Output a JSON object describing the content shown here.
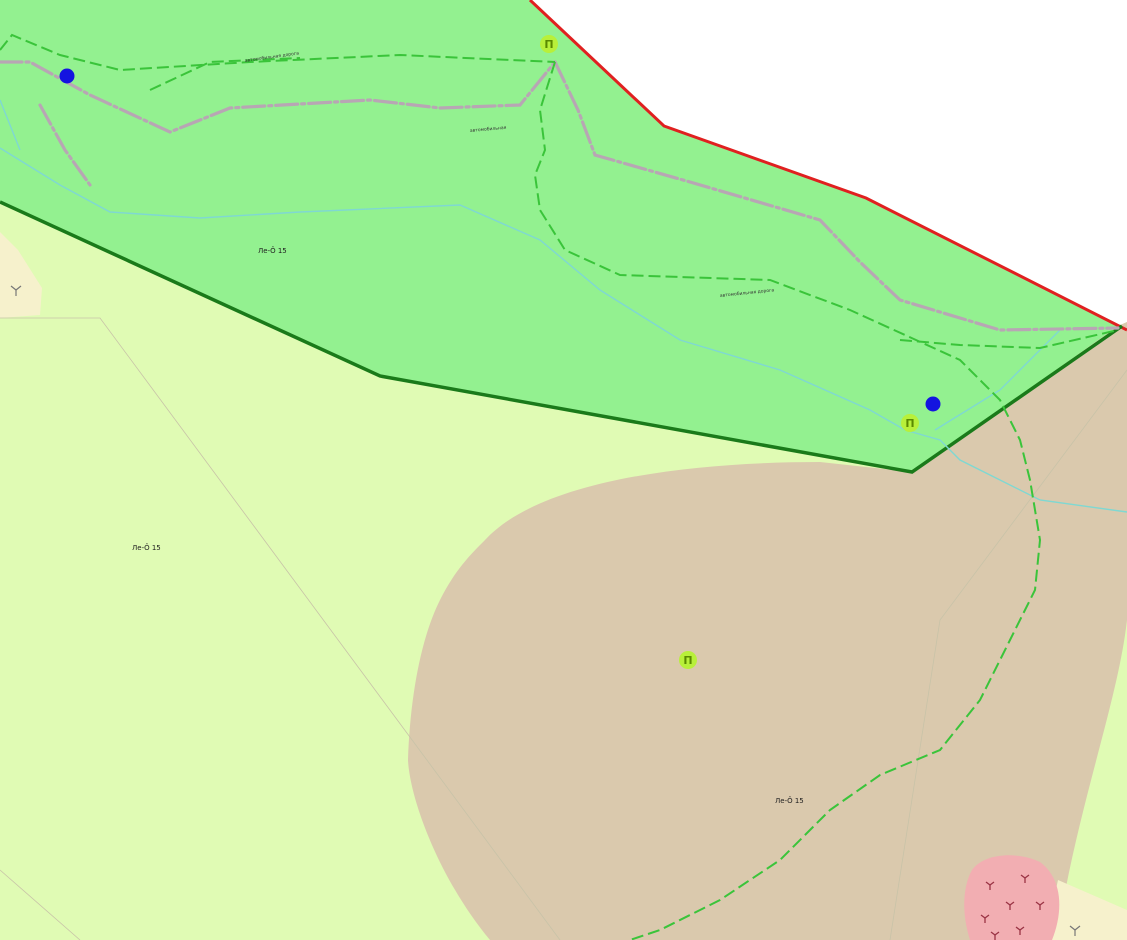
{
  "map": {
    "colors": {
      "background": "#ffffff",
      "green_zone_fill": "#8ef08e",
      "forest_fill": "#e0fbb4",
      "brown_zone_fill": "#dac9ad",
      "pink_zone_fill": "#f2aeb2",
      "cream_zone_fill": "#f6f1cc",
      "red_border": "#e02020",
      "green_border": "#1a7a1a",
      "dashed_path": "#3ac43a",
      "road_line": "#b8a6b4",
      "stream_line": "#7fd8d2",
      "blue_point": "#1414e0",
      "marker_fill": "#b8f03a",
      "marker_text": "#5a8a00"
    },
    "zone_labels": [
      {
        "text": "Ле-Ô 15"
      },
      {
        "text": "Ле-Ô 15"
      },
      {
        "text": "Ле-Ô 15"
      }
    ],
    "road_labels": [
      {
        "text": "автомобильная дорога"
      },
      {
        "text": "автомобильная"
      },
      {
        "text": "автомобильная дорога"
      }
    ],
    "markers": [
      {
        "letter": "П",
        "icon": "letter-p-marker-icon"
      },
      {
        "letter": "П",
        "icon": "letter-p-marker-icon"
      },
      {
        "letter": "П",
        "icon": "letter-p-marker-icon"
      }
    ],
    "points": [
      {
        "icon": "blue-dot-icon"
      },
      {
        "icon": "blue-dot-icon"
      }
    ],
    "symbols": [
      {
        "icon": "tree-symbol-icon"
      }
    ]
  }
}
